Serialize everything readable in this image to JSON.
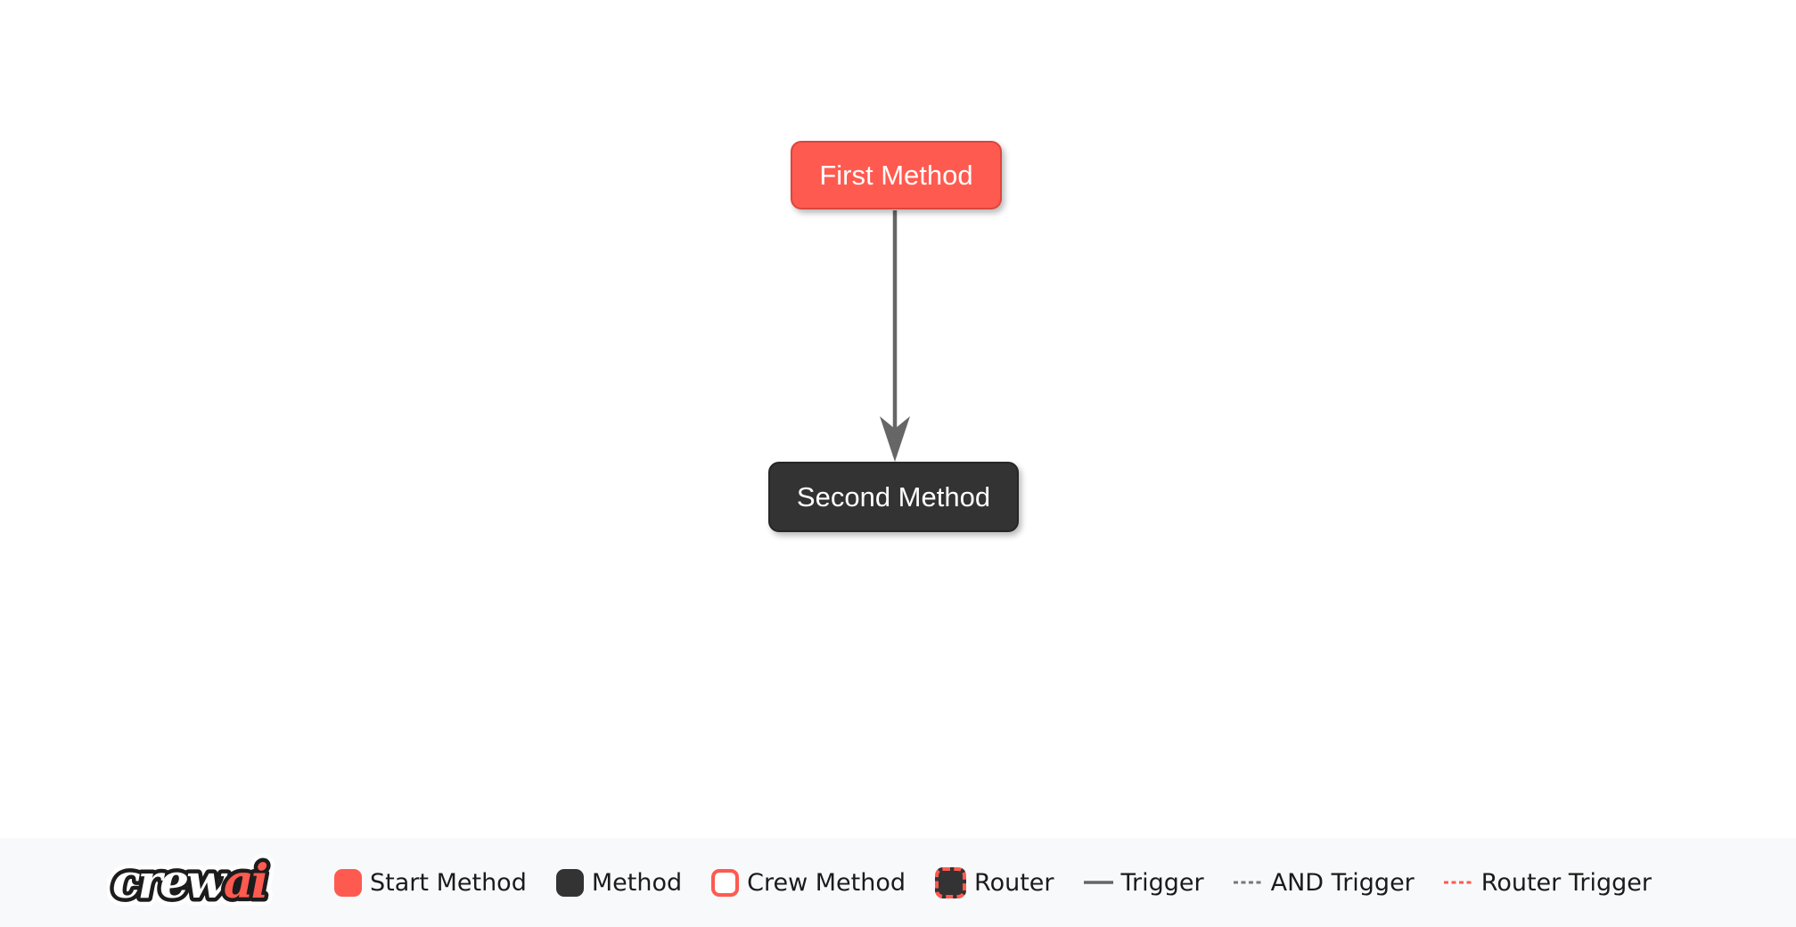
{
  "flow": {
    "nodes": [
      {
        "label": "First Method",
        "type": "start-method"
      },
      {
        "label": "Second Method",
        "type": "method"
      }
    ],
    "edges": [
      {
        "from": "First Method",
        "to": "Second Method",
        "type": "trigger"
      }
    ]
  },
  "legend": {
    "logo": {
      "word1": "crew",
      "word2": "ai"
    },
    "items": [
      {
        "label": "Start Method",
        "swatch": "start-method-swatch"
      },
      {
        "label": "Method",
        "swatch": "method-swatch"
      },
      {
        "label": "Crew Method",
        "swatch": "crew-method-swatch"
      },
      {
        "label": "Router",
        "swatch": "router-swatch"
      },
      {
        "label": "Trigger",
        "swatch": "solid-gray-line"
      },
      {
        "label": "AND Trigger",
        "swatch": "dashed-gray-line"
      },
      {
        "label": "Router Trigger",
        "swatch": "dashed-red-line"
      }
    ]
  },
  "colors": {
    "start_method_fill": "#FF5A50",
    "start_method_border": "#DB463E",
    "method_fill": "#333333",
    "method_border": "#262626",
    "trigger_edge": "#666666",
    "and_trigger_edge": "#777777",
    "router_trigger_edge": "#FF5A50",
    "node_text": "#FFFFFF",
    "legend_background": "#F8F9FA",
    "legend_text": "#1B1B1B",
    "canvas_background": "#FFFFFF"
  }
}
